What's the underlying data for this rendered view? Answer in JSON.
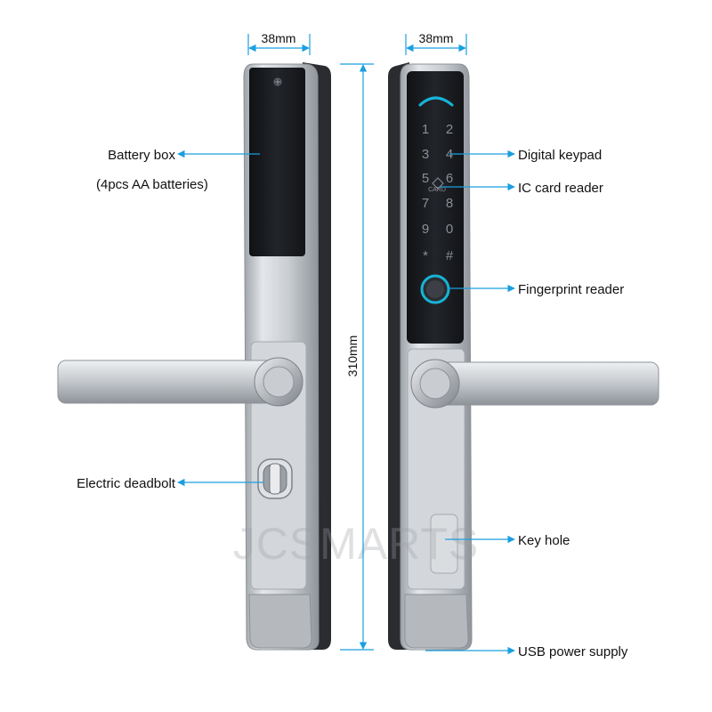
{
  "dimensions": {
    "left_width": "38mm",
    "right_width": "38mm",
    "height": "310mm"
  },
  "labels": {
    "battery_box": "Battery box",
    "battery_note": "(4pcs AA batteries)",
    "electric_deadbolt": "Electric deadbolt",
    "digital_keypad": "Digital keypad",
    "ic_card_reader": "IC card reader",
    "fingerprint_reader": "Fingerprint reader",
    "key_hole": "Key hole",
    "usb_power_supply": "USB power supply"
  },
  "keypad": {
    "keys": [
      "1",
      "2",
      "3",
      "4",
      "5",
      "6",
      "7",
      "8",
      "9",
      "0",
      "*",
      "#"
    ],
    "card_text": "CARD"
  },
  "watermark": "JCSMARTS",
  "colors": {
    "arrow": "#1a9fe0",
    "panel": "#1b1d20",
    "metal": "#c3c7cc",
    "accent": "#17b3d8"
  }
}
